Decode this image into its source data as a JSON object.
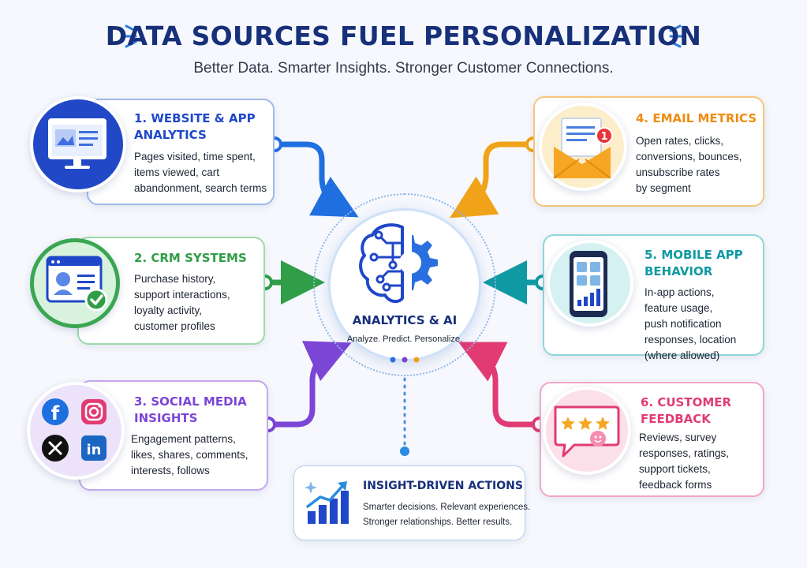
{
  "header": {
    "title": "DATA SOURCES FUEL PERSONALIZATION",
    "subtitle": "Better Data. Smarter Insights. Stronger Customer Connections."
  },
  "center": {
    "title": "ANALYTICS & AI",
    "subtitle": "Analyze. Predict. Personalize.",
    "icon": "brain-gear-icon"
  },
  "sources": [
    {
      "title": "1. WEBSITE & APP\nANALYTICS",
      "body": "Pages visited, time spent,\nitems viewed, cart\nabandonment, search terms",
      "color": "#1f47c9",
      "icon": "monitor-icon"
    },
    {
      "title": "2. CRM SYSTEMS",
      "body": "Purchase history,\nsupport interactions,\nloyalty activity,\ncustomer profiles",
      "color": "#2f9e47",
      "icon": "profile-check-icon"
    },
    {
      "title": "3. SOCIAL MEDIA\nINSIGHTS",
      "body": "Engagement patterns,\nlikes, shares, comments,\ninterests, follows",
      "color": "#7b45d6",
      "icon": "social-logos-icon"
    },
    {
      "title": "4. EMAIL METRICS",
      "body": "Open rates, clicks,\nconversions, bounces,\nunsubscribe rates\nby segment",
      "color": "#ef8c12",
      "icon": "email-icon",
      "badge": "1"
    },
    {
      "title": "5. MOBILE APP\nBEHAVIOR",
      "body": "In-app actions,\nfeature usage,\npush notification\nresponses, location\n(where allowed)",
      "color": "#0f9aa3",
      "icon": "smartphone-icon"
    },
    {
      "title": "6. CUSTOMER\nFEEDBACK",
      "body": "Reviews, survey\nresponses, ratings,\nsupport tickets,\nfeedback forms",
      "color": "#e23b74",
      "icon": "feedback-icon"
    }
  ],
  "insight": {
    "title": "INSIGHT-DRIVEN ACTIONS",
    "body": "Smarter decisions. Relevant experiences.\nStronger relationships. Better results.",
    "icon": "growth-chart-icon"
  },
  "colors": {
    "navy": "#17307a",
    "blue": "#1f47c9",
    "green": "#2f9e47",
    "purple": "#7b45d6",
    "orange": "#ef8c12",
    "teal": "#0f9aa3",
    "pink": "#e23b74"
  }
}
